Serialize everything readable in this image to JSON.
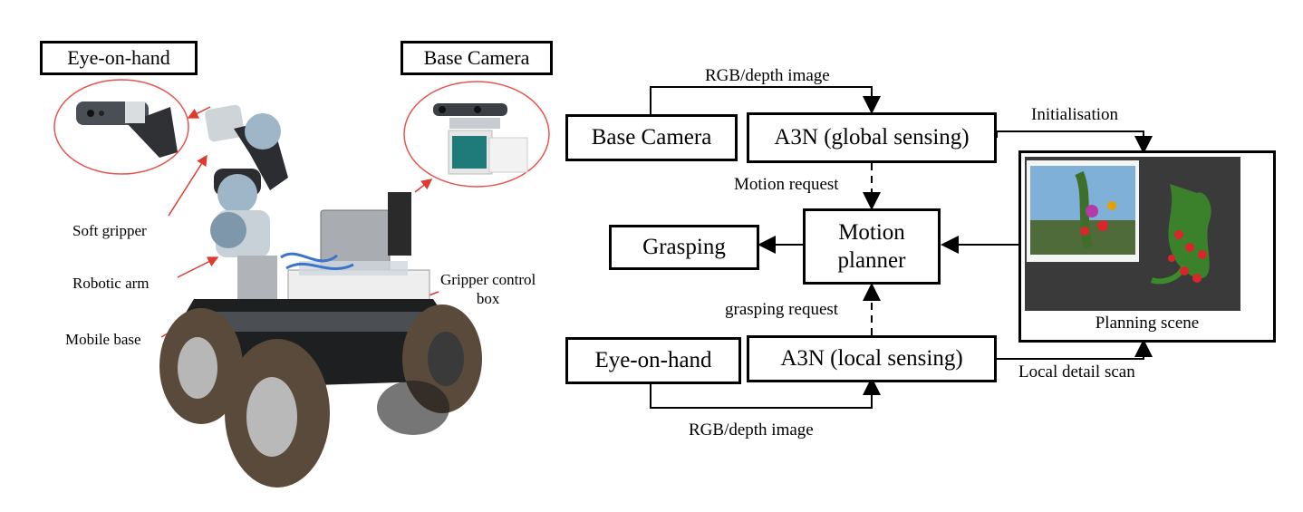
{
  "robot_photo": {
    "callouts": {
      "eye_on_hand": "Eye-on-hand",
      "base_camera": "Base Camera"
    },
    "labels": {
      "soft_gripper": "Soft gripper",
      "robotic_arm": "Robotic arm",
      "mobile_base": "Mobile base",
      "gripper_control_box": "Gripper control\nbox"
    }
  },
  "flow_diagram": {
    "nodes": {
      "base_camera": "Base Camera",
      "a3n_global": "A3N (global sensing)",
      "motion_planner": "Motion\nplanner",
      "grasping": "Grasping",
      "eye_on_hand": "Eye-on-hand",
      "a3n_local": "A3N (local sensing)",
      "planning_scene": "Planning scene"
    },
    "edges": {
      "rgb_depth_top": "RGB/depth image",
      "rgb_depth_bottom": "RGB/depth image",
      "initialisation": "Initialisation",
      "motion_request": "Motion request",
      "grasping_request": "grasping request",
      "local_detail_scan": "Local detail scan"
    }
  },
  "colors": {
    "callout_ellipse": "#e8554e",
    "leader_arrow": "#e03a30",
    "scene_background": "#3a3a3a",
    "canopy_green": "#3c8a2a",
    "fruit_red": "#d8262a"
  }
}
